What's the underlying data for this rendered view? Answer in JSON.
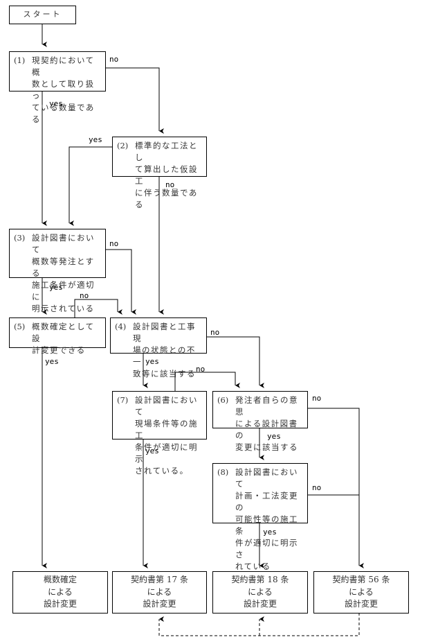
{
  "start": "スタート",
  "nodes": [
    {
      "num": "(1)",
      "text": "現契約において概\n数として取り扱っ\nている数量である"
    },
    {
      "num": "(2)",
      "text": "標準的な工法とし\nて算出した仮設工\nに伴う数量である"
    },
    {
      "num": "(3)",
      "text": "設計図書において\n概数等発注とする\n施工条件が適切に\n明示されている"
    },
    {
      "num": "(4)",
      "text": "設計図書と工事現\n場の状態との不一\n致等に該当する"
    },
    {
      "num": "(5)",
      "text": "概数確定として設\n計変更できる"
    },
    {
      "num": "(6)",
      "text": "発注者自らの意思\nによる設計図書の\n変更に該当する"
    },
    {
      "num": "(7)",
      "text": "設計図書において\n現場条件等の施工\n条件が適切に明示\nされている。"
    },
    {
      "num": "(8)",
      "text": "設計図書において\n計画・工法変更の\n可能性等の施工条\n件が適切に明示さ\nれている"
    }
  ],
  "results": [
    {
      "line1": "概数確定",
      "line2": "による",
      "line3": "設計変更"
    },
    {
      "line1": "契約書第 17 条",
      "line2": "による",
      "line3": "設計変更"
    },
    {
      "line1": "契約書第 18 条",
      "line2": "による",
      "line3": "設計変更"
    },
    {
      "line1": "契約書第 56 条",
      "line2": "による",
      "line3": "設計変更"
    }
  ],
  "labels": {
    "yes": "yes",
    "no": "no"
  }
}
